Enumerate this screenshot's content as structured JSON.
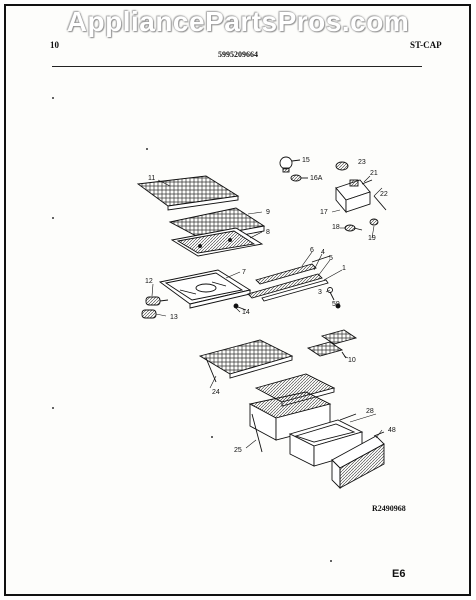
{
  "watermark": "AppliancePartsPros.com",
  "header": {
    "page_left": "10",
    "doc_number": "5995209664",
    "section_code": "ST-CAP"
  },
  "diagram": {
    "ref_code": "R2490968",
    "page_id": "E6",
    "callouts": [
      "11",
      "9",
      "8",
      "7",
      "6",
      "4",
      "5",
      "1",
      "3",
      "59",
      "12",
      "13",
      "14",
      "15",
      "16A",
      "23",
      "21",
      "22",
      "17",
      "18",
      "19",
      "10",
      "24",
      "25",
      "28",
      "48"
    ]
  }
}
